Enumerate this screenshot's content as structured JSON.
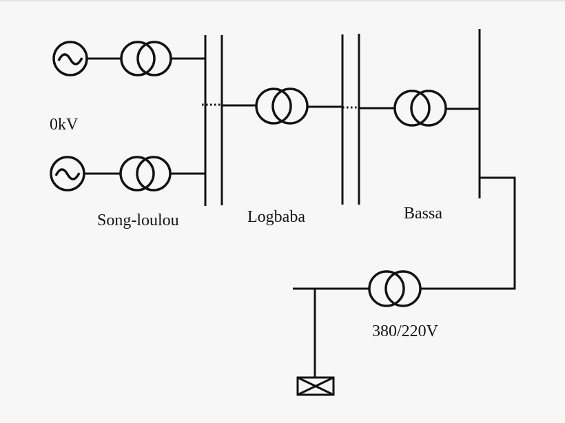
{
  "page": {
    "background_color": "#f7f7f7",
    "line_color": "#121212"
  },
  "diagram": {
    "type": "electrical-single-line-diagram",
    "labels": {
      "voltage": "0kV",
      "station_songloulou": "Song-loulou",
      "station_logbaba": "Logbaba",
      "station_bassa": "Bassa",
      "transformer_rating": "380/220V"
    },
    "icons": [
      {
        "name": "generator-icon",
        "shape": "circle-with-sine-wave",
        "count": 2
      },
      {
        "name": "transformer-icon",
        "shape": "two-overlapping-circles",
        "count": 5
      },
      {
        "name": "busbar",
        "shape": "vertical-line",
        "count": 5
      },
      {
        "name": "dotted-tie",
        "shape": "dotted-horizontal-line",
        "count": 2
      },
      {
        "name": "load-icon",
        "shape": "rectangle-with-cross",
        "count": 1
      }
    ],
    "structure": {
      "generators_feed": "Song-loulou",
      "path": [
        "Song-loulou",
        "Logbaba",
        "Bassa",
        "380/220V load"
      ]
    }
  }
}
